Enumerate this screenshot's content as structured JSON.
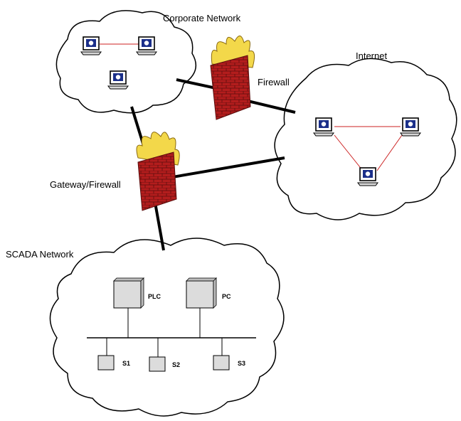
{
  "labels": {
    "corporate_network": "Corporate Network",
    "internet": "Internet",
    "firewall": "Firewall",
    "gateway_firewall": "Gateway/Firewall",
    "scada_network": "SCADA Network",
    "plc": "PLC",
    "pc": "PC",
    "s1": "S1",
    "s2": "S2",
    "s3": "S3"
  },
  "colors": {
    "cloud_stroke": "#000000",
    "link_thick": "#000000",
    "link_internal": "#cc2222",
    "brick": "#b31d1d",
    "flame": "#f3d84a"
  },
  "icons": [
    "computer-icon",
    "firewall-brick-wall-icon",
    "flame-icon",
    "device-box-icon"
  ]
}
